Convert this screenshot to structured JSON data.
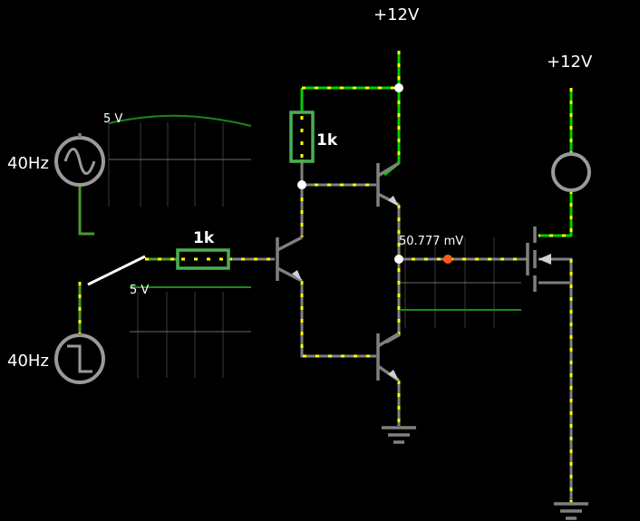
{
  "labels": {
    "vcc_left": "+12V",
    "vcc_right": "+12V",
    "source_sine": "40Hz",
    "source_square": "40Hz",
    "r_collector": "1k",
    "r_base": "1k",
    "scope_sine_scale": "5 V",
    "scope_square_scale": "5 V",
    "probe_voltage": "50.777 mV"
  },
  "colors": {
    "wire_idle": "#808080",
    "wire_high": "#00d000",
    "wire_mid": "#4c9a2a",
    "current_dots": "#ffff00",
    "trace": "#1a8a1a",
    "probe_dot": "#ff5a1f",
    "node": "#ffffff"
  },
  "icons": {
    "sine_source": "sine-wave-icon",
    "square_source": "square-wave-icon",
    "lamp": "lamp-circle-icon",
    "ground": "ground-icon"
  }
}
